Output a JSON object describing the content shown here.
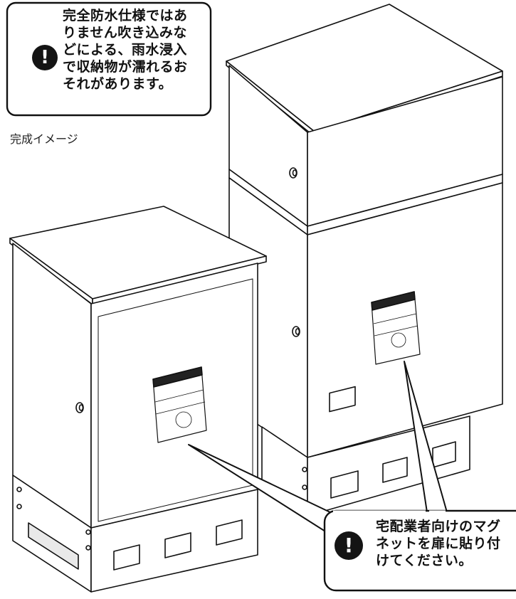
{
  "warnings": {
    "top": {
      "icon": "exclamation-icon",
      "lines": [
        "完全防水仕様ではあ",
        "りません吹き込みな",
        "どによる、雨水浸入",
        "で収納物が濡れるお",
        "それがあります。"
      ]
    },
    "bottom": {
      "icon": "exclamation-icon",
      "lines": [
        "宅配業者向けのマグ",
        "ネットを扉に貼り付",
        "けてください。"
      ]
    }
  },
  "caption": "完成イメージ",
  "colors": {
    "ink": "#111111",
    "panel": "#ffffff",
    "shade": "#e9e9e9"
  }
}
